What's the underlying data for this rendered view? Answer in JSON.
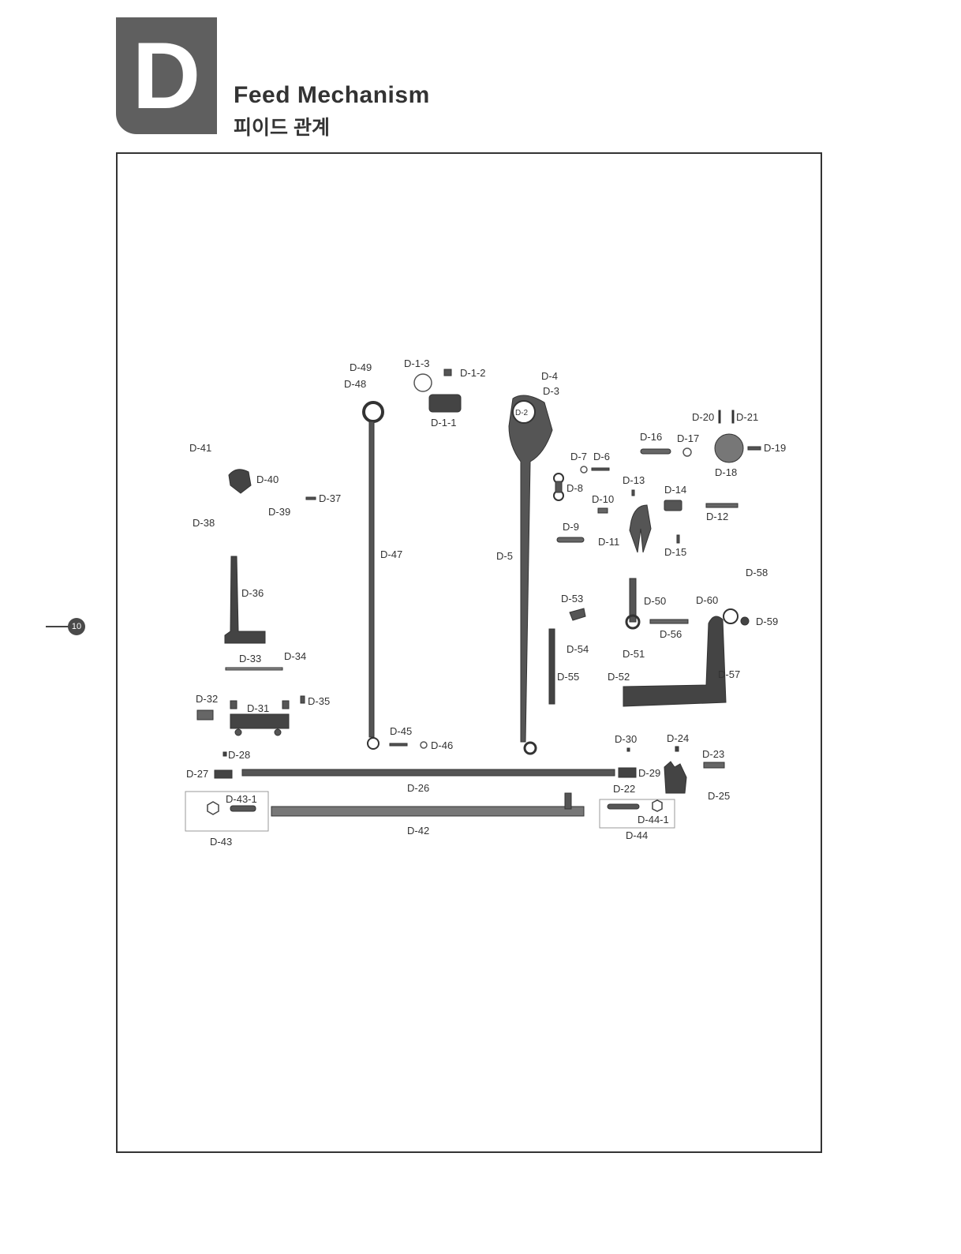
{
  "header": {
    "section_letter": "D",
    "title_en": "Feed Mechanism",
    "title_ko": "피이드 관계"
  },
  "page_number": "10",
  "colors": {
    "tab": "#5f5f5f",
    "part": "#555555",
    "frame": "#333333"
  },
  "labels": [
    {
      "id": "D-49",
      "text": "D-49"
    },
    {
      "id": "D-48",
      "text": "D-48"
    },
    {
      "id": "D-1-3",
      "text": "D-1-3"
    },
    {
      "id": "D-1-2",
      "text": "D-1-2"
    },
    {
      "id": "D-1-1",
      "text": "D-1-1"
    },
    {
      "id": "D-4",
      "text": "D-4"
    },
    {
      "id": "D-3",
      "text": "D-3"
    },
    {
      "id": "D-2",
      "text": "D-2"
    },
    {
      "id": "D-20",
      "text": "D-20"
    },
    {
      "id": "D-21",
      "text": "D-21"
    },
    {
      "id": "D-16",
      "text": "D-16"
    },
    {
      "id": "D-17",
      "text": "D-17"
    },
    {
      "id": "D-19",
      "text": "D-19"
    },
    {
      "id": "D-18",
      "text": "D-18"
    },
    {
      "id": "D-7",
      "text": "D-7"
    },
    {
      "id": "D-6",
      "text": "D-6"
    },
    {
      "id": "D-13",
      "text": "D-13"
    },
    {
      "id": "D-14",
      "text": "D-14"
    },
    {
      "id": "D-8",
      "text": "D-8"
    },
    {
      "id": "D-10",
      "text": "D-10"
    },
    {
      "id": "D-12",
      "text": "D-12"
    },
    {
      "id": "D-9",
      "text": "D-9"
    },
    {
      "id": "D-11",
      "text": "D-11"
    },
    {
      "id": "D-15",
      "text": "D-15"
    },
    {
      "id": "D-41",
      "text": "D-41"
    },
    {
      "id": "D-40",
      "text": "D-40"
    },
    {
      "id": "D-37",
      "text": "D-37"
    },
    {
      "id": "D-39",
      "text": "D-39"
    },
    {
      "id": "D-38",
      "text": "D-38"
    },
    {
      "id": "D-47",
      "text": "D-47"
    },
    {
      "id": "D-5",
      "text": "D-5"
    },
    {
      "id": "D-58",
      "text": "D-58"
    },
    {
      "id": "D-36",
      "text": "D-36"
    },
    {
      "id": "D-53",
      "text": "D-53"
    },
    {
      "id": "D-50",
      "text": "D-50"
    },
    {
      "id": "D-60",
      "text": "D-60"
    },
    {
      "id": "D-59",
      "text": "D-59"
    },
    {
      "id": "D-56",
      "text": "D-56"
    },
    {
      "id": "D-54",
      "text": "D-54"
    },
    {
      "id": "D-51",
      "text": "D-51"
    },
    {
      "id": "D-33",
      "text": "D-33"
    },
    {
      "id": "D-34",
      "text": "D-34"
    },
    {
      "id": "D-55",
      "text": "D-55"
    },
    {
      "id": "D-52",
      "text": "D-52"
    },
    {
      "id": "D-57",
      "text": "D-57"
    },
    {
      "id": "D-32",
      "text": "D-32"
    },
    {
      "id": "D-31",
      "text": "D-31"
    },
    {
      "id": "D-35",
      "text": "D-35"
    },
    {
      "id": "D-45",
      "text": "D-45"
    },
    {
      "id": "D-46",
      "text": "D-46"
    },
    {
      "id": "D-30",
      "text": "D-30"
    },
    {
      "id": "D-24",
      "text": "D-24"
    },
    {
      "id": "D-28",
      "text": "D-28"
    },
    {
      "id": "D-23",
      "text": "D-23"
    },
    {
      "id": "D-27",
      "text": "D-27"
    },
    {
      "id": "D-29",
      "text": "D-29"
    },
    {
      "id": "D-26",
      "text": "D-26"
    },
    {
      "id": "D-22",
      "text": "D-22"
    },
    {
      "id": "D-25",
      "text": "D-25"
    },
    {
      "id": "D-43-1",
      "text": "D-43-1"
    },
    {
      "id": "D-44-1",
      "text": "D-44-1"
    },
    {
      "id": "D-42",
      "text": "D-42"
    },
    {
      "id": "D-44",
      "text": "D-44"
    },
    {
      "id": "D-43",
      "text": "D-43"
    }
  ]
}
